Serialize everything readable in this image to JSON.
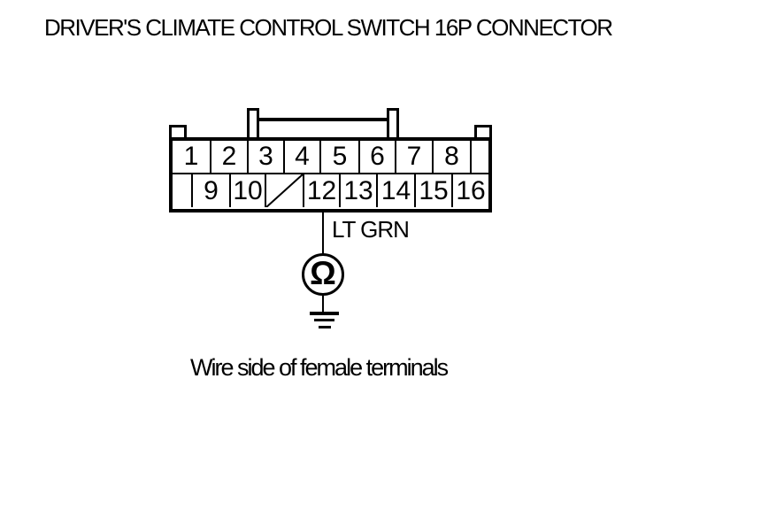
{
  "title": "DRIVER'S CLIMATE CONTROL SWITCH 16P CONNECTOR",
  "connector": {
    "rows": [
      {
        "cells": [
          "1",
          "2",
          "3",
          "4",
          "5",
          "6",
          "7",
          "8",
          ""
        ]
      },
      {
        "cells": [
          "",
          "9",
          "10",
          "",
          "12",
          "13",
          "14",
          "15",
          "16"
        ]
      }
    ]
  },
  "wire": {
    "color_label": "LT GRN",
    "terminal": "12"
  },
  "meter": {
    "symbol": "Ω",
    "type": "ohmmeter"
  },
  "caption": "Wire side of female terminals",
  "colors": {
    "line": "#000000",
    "background": "#ffffff",
    "text": "#000000"
  }
}
